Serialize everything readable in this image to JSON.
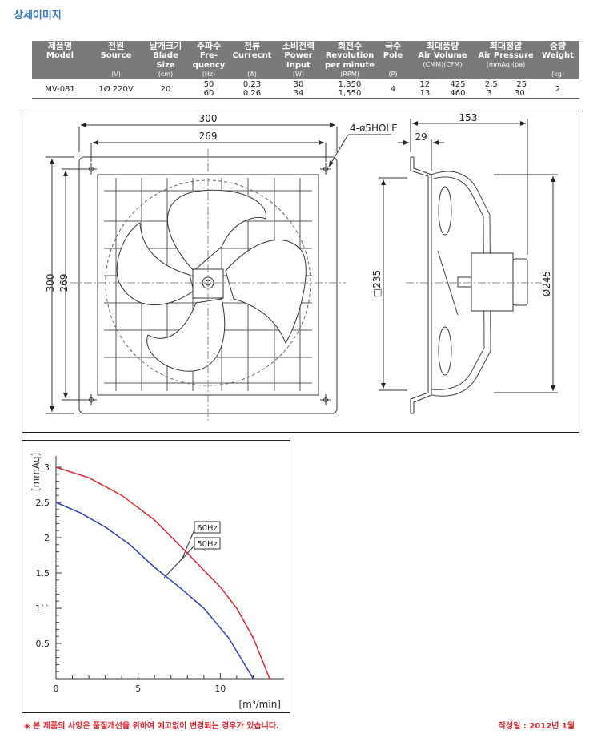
{
  "page": {
    "title": "상세이미지"
  },
  "spec_table": {
    "headers": [
      {
        "kr": "제품명",
        "en": "Model",
        "unit": ""
      },
      {
        "kr": "전원",
        "en": "Source",
        "unit": "(V)"
      },
      {
        "kr": "날개크기",
        "en": "Blade Size",
        "unit": "(cm)"
      },
      {
        "kr": "주파수",
        "en": "Fre- quency",
        "unit": "(Hz)"
      },
      {
        "kr": "전류",
        "en": "Currecnt",
        "unit": "(A)"
      },
      {
        "kr": "소비전력",
        "en": "Power Input",
        "unit": "(W)"
      },
      {
        "kr": "회전수",
        "en": "Revolution per minute",
        "unit": "(RPM)"
      },
      {
        "kr": "극수",
        "en": "Pole",
        "unit": "(P)"
      },
      {
        "kr": "최대풍량",
        "en": "Air Volume",
        "unit": "",
        "sub_units": [
          "(CMM)",
          "(CFM)"
        ]
      },
      {
        "kr": "최대정압",
        "en": "Air Pressure",
        "unit": "",
        "sub_units": [
          "(mmAq)",
          "(pa)"
        ]
      },
      {
        "kr": "중량",
        "en": "Weight",
        "unit": "(kg)"
      }
    ],
    "row": {
      "model": "MV-081",
      "source": "1Ø 220V",
      "blade_size": "20",
      "frequency": [
        "50",
        "60"
      ],
      "current": [
        "0.23",
        "0.26"
      ],
      "power": [
        "30",
        "34"
      ],
      "rpm": [
        "1,350",
        "1,550"
      ],
      "pole": "4",
      "air_volume_cmm": [
        "12",
        "13"
      ],
      "air_volume_cfm": [
        "425",
        "460"
      ],
      "pressure_mmaq": [
        "2.5",
        "3"
      ],
      "pressure_pa": [
        "25",
        "30"
      ],
      "weight": "2"
    }
  },
  "drawing": {
    "dim_outer_width": "300",
    "dim_hole_spacing": "269",
    "dim_outer_height": "300",
    "dim_hole_spacing_v": "269",
    "hole_note": "4-ø5HOLE",
    "dim_depth": "153",
    "dim_flange": "29",
    "dim_square": "□235",
    "dim_diameter": "Ø245"
  },
  "chart_data": {
    "type": "line",
    "ylabel": "[mmAq]",
    "xlabel": "[m³/min]",
    "xlim": [
      0,
      13
    ],
    "ylim": [
      0,
      3
    ],
    "x_ticks": [
      "0",
      "5",
      "10"
    ],
    "y_ticks": [
      "3",
      "2.5",
      "2",
      "1.5",
      "1``",
      "0.5"
    ],
    "series": [
      {
        "name": "60Hz",
        "color": "#e0262c",
        "points": [
          [
            0,
            3.0
          ],
          [
            2,
            2.85
          ],
          [
            4,
            2.6
          ],
          [
            6,
            2.25
          ],
          [
            8,
            1.78
          ],
          [
            10,
            1.3
          ],
          [
            11,
            1.0
          ],
          [
            12,
            0.58
          ],
          [
            13,
            0.0
          ]
        ]
      },
      {
        "name": "50Hz",
        "color": "#2b3fc4",
        "points": [
          [
            0,
            2.5
          ],
          [
            1.5,
            2.35
          ],
          [
            3,
            2.15
          ],
          [
            4.5,
            1.9
          ],
          [
            6,
            1.58
          ],
          [
            7.5,
            1.3
          ],
          [
            9,
            1.0
          ],
          [
            10.5,
            0.58
          ],
          [
            12,
            0.0
          ]
        ]
      }
    ],
    "grid": false
  },
  "footer": {
    "notice": "◈ 본 제품의 사양은 품질개선을 위하여 예고없이 변경되는 경우가 있습니다.",
    "date": "작성일 : 2012년 1월"
  }
}
